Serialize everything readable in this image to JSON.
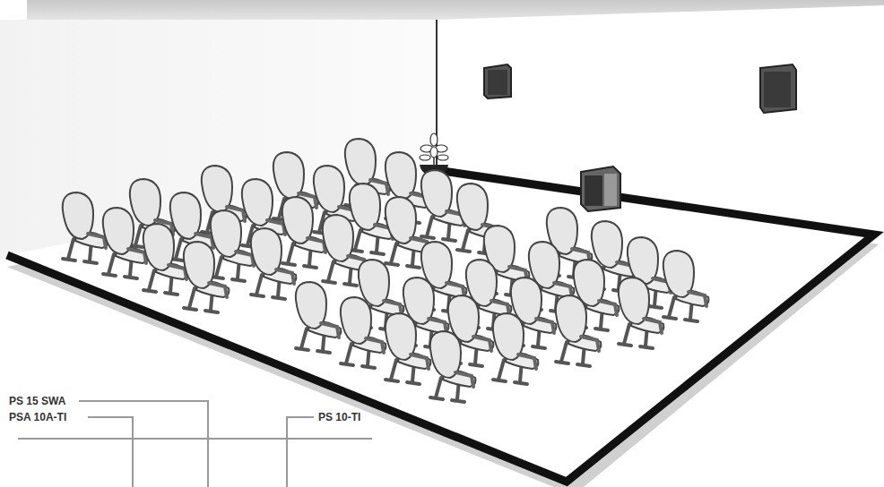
{
  "diagram": {
    "labels": [
      "PS 15 SWA",
      "PSA 10A-TI",
      "PS 10-TI"
    ]
  }
}
